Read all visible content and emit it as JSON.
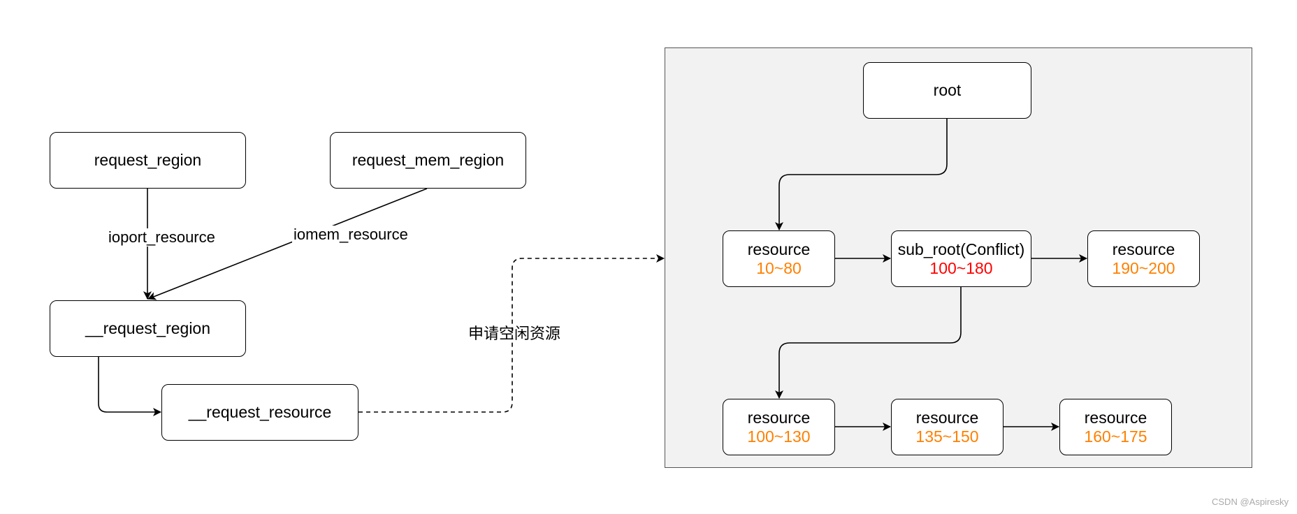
{
  "nodes": {
    "request_region": "request_region",
    "request_mem_region": "request_mem_region",
    "__request_region": "__request_region",
    "__request_resource": "__request_resource",
    "root": "root",
    "res_a": {
      "title": "resource",
      "range": "10~80"
    },
    "sub_root": {
      "title": "sub_root(Conflict)",
      "range": "100~180"
    },
    "res_b": {
      "title": "resource",
      "range": "190~200"
    },
    "res_c": {
      "title": "resource",
      "range": "100~130"
    },
    "res_d": {
      "title": "resource",
      "range": "135~150"
    },
    "res_e": {
      "title": "resource",
      "range": "160~175"
    }
  },
  "edge_labels": {
    "ioport": "ioport_resource",
    "iomem": "iomem_resource",
    "alloc": "申请空闲资源"
  },
  "colors": {
    "range_normal": "#ff8000",
    "range_conflict": "#ff0000",
    "panel_bg": "#f2f2f2"
  },
  "watermark": "CSDN @Aspiresky"
}
